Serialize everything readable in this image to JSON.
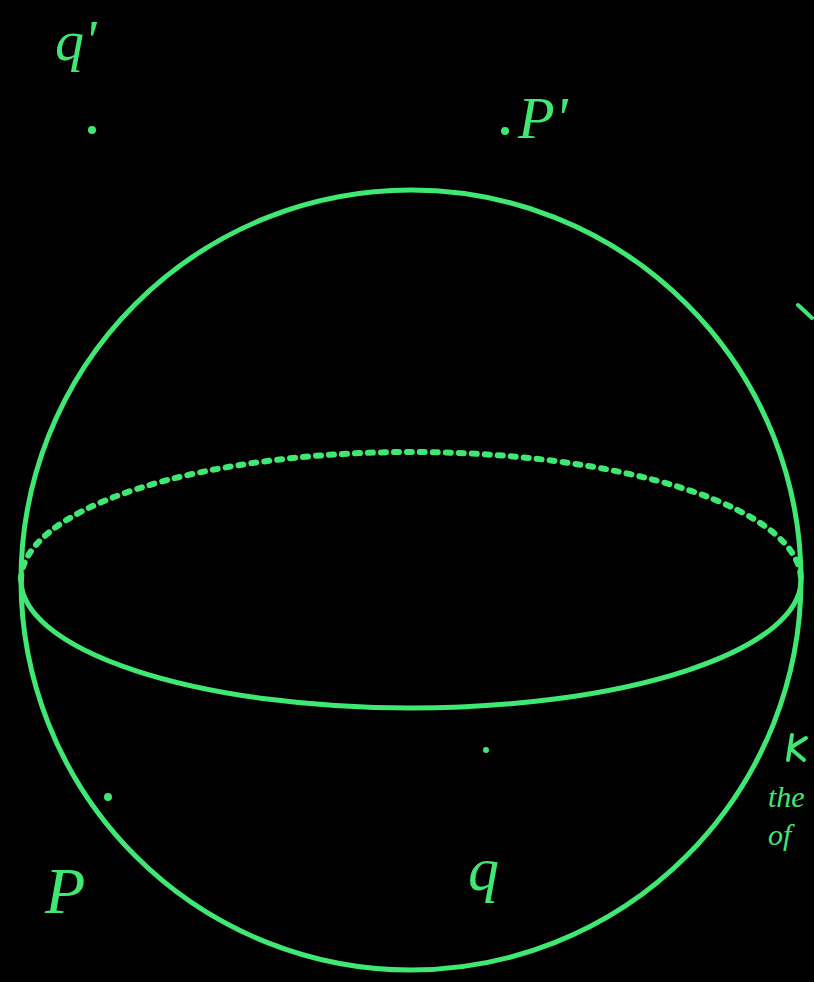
{
  "diagram": {
    "labels": [
      "q'",
      "P'",
      "P",
      "q",
      "the",
      "of"
    ]
  }
}
